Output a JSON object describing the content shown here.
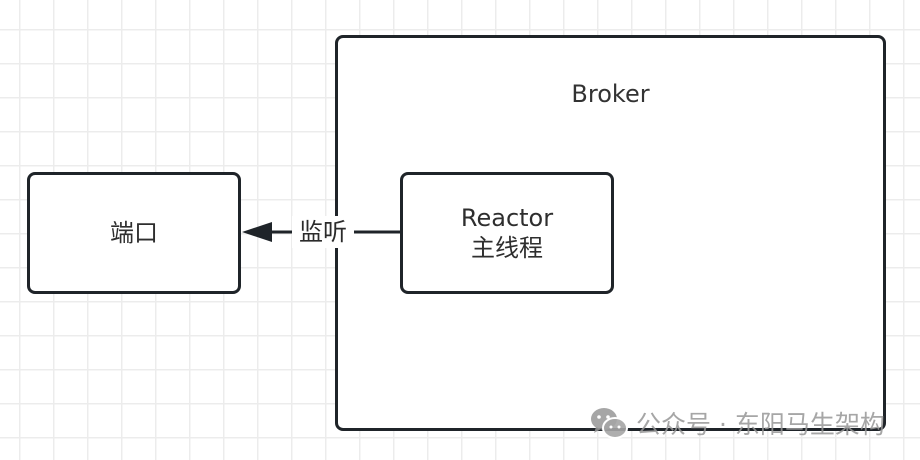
{
  "diagram": {
    "nodes": {
      "port": {
        "label": "端口"
      },
      "broker": {
        "label": "Broker"
      },
      "reactor": {
        "line1": "Reactor",
        "line2": "主线程"
      }
    },
    "edges": [
      {
        "from": "reactor",
        "to": "port",
        "label": "监听",
        "arrow": "to"
      }
    ],
    "colors": {
      "stroke": "#1f2429",
      "grid": "#ececec",
      "text": "#2e2e2e",
      "watermark": "#969696"
    }
  },
  "watermark": {
    "icon": "wechat-icon",
    "text": "公众号 · 东阳马生架构"
  }
}
